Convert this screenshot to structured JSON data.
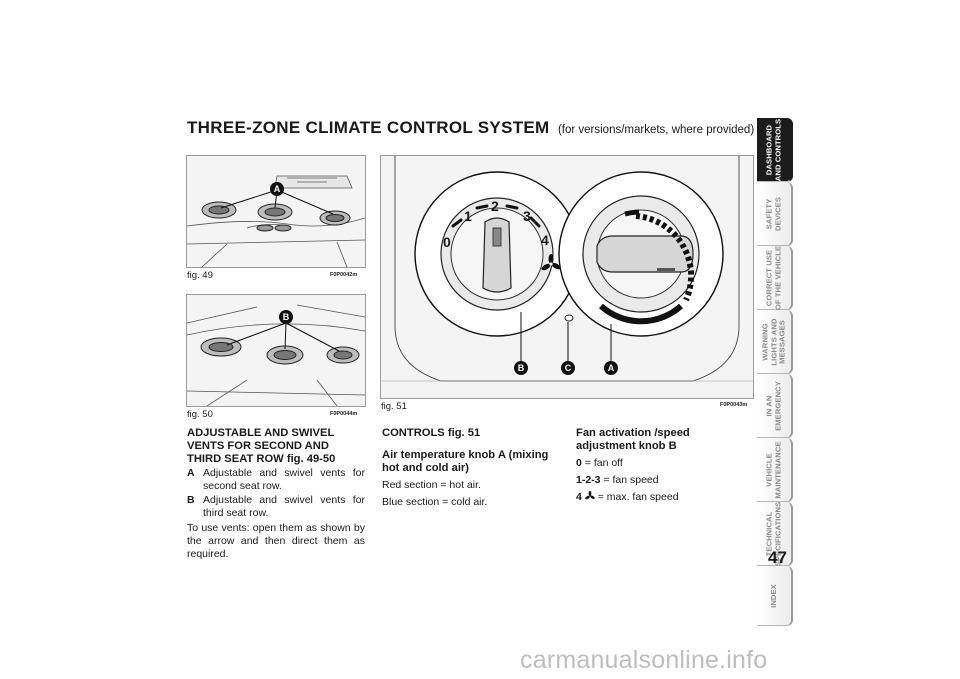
{
  "title": {
    "main": "THREE-ZONE CLIMATE CONTROL SYSTEM",
    "sub": "(for versions/markets, where provided)"
  },
  "figures": {
    "fig49": {
      "label": "fig. 49",
      "code": "F0P0042m",
      "callout": "A"
    },
    "fig50": {
      "label": "fig. 50",
      "code": "F0P0044m",
      "callout": "B"
    },
    "fig51": {
      "label": "fig. 51",
      "code": "F0P0043m",
      "dial_numbers": [
        "0",
        "1",
        "2",
        "3",
        "4"
      ],
      "callouts": [
        "B",
        "C",
        "A"
      ]
    }
  },
  "vents": {
    "heading": "ADJUSTABLE AND SWIVEL VENTS FOR SECOND AND THIRD SEAT ROW fig. 49-50",
    "items": [
      {
        "key": "A",
        "text": "Adjustable and swivel vents for second seat row."
      },
      {
        "key": "B",
        "text": "Adjustable and swivel vents for third seat row."
      }
    ],
    "paragraph": "To use vents: open them as shown by the arrow and then direct them as required."
  },
  "controls": {
    "heading": "CONTROLS fig. 51",
    "subheading": "Air temperature knob A (mixing hot and cold air)",
    "lines": [
      "Red section = hot air.",
      "Blue section = cold air."
    ]
  },
  "fan": {
    "heading": "Fan activation /speed adjustment knob B",
    "rows": [
      {
        "key": "0",
        "text": "= fan off"
      },
      {
        "key": "1-2-3",
        "text": "= fan speed"
      },
      {
        "key": "4",
        "text": "= max. fan speed"
      }
    ]
  },
  "sidebar": {
    "tabs": [
      {
        "label": "DASHBOARD\nAND CONTROLS",
        "active": true
      },
      {
        "label": "SAFETY\nDEVICES"
      },
      {
        "label": "CORRECT USE\nOF THE VEHICLE"
      },
      {
        "label": "WARNING\nLIGHTS AND\nMESSAGES"
      },
      {
        "label": "IN AN\nEMERGENCY"
      },
      {
        "label": "VEHICLE\nMAINTENANCE"
      },
      {
        "label": "TECHNICAL\nSPECIFICATIONS"
      },
      {
        "label": "INDEX"
      }
    ]
  },
  "page_number": "47",
  "watermark": "carmanualsonline.info",
  "colors": {
    "accent": "#1c1c1c",
    "tab_text": "#8a8a8a"
  }
}
